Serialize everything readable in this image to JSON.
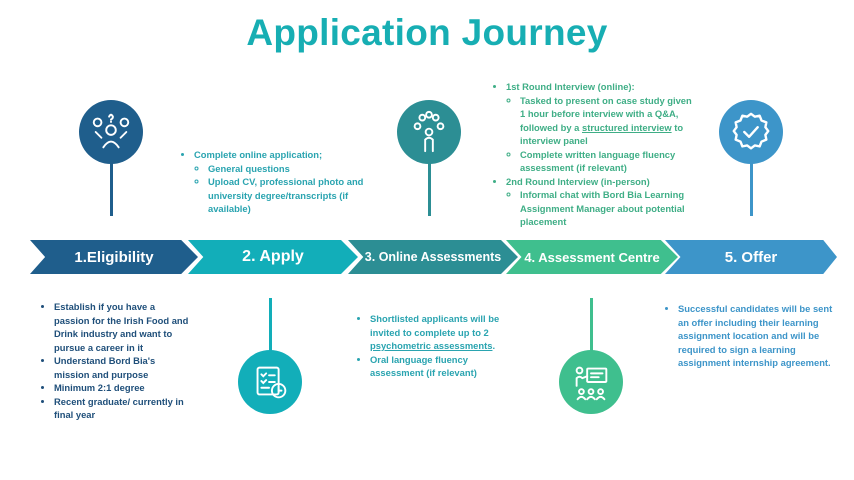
{
  "title": "Application Journey",
  "colors": {
    "title": "#17aeb3",
    "step1": "#1f5e8c",
    "step2": "#12aeb9",
    "step3": "#2c8e94",
    "step4": "#3fbf8e",
    "step5": "#3d95c9"
  },
  "steps": [
    {
      "label": "1.Eligibility",
      "icon": "thinking-person-icon"
    },
    {
      "label": "2. Apply",
      "icon": "checklist-clock-icon"
    },
    {
      "label": "3. Online Assessments",
      "icon": "person-ideas-icon"
    },
    {
      "label": "4. Assessment Centre",
      "icon": "presenter-audience-icon"
    },
    {
      "label": "5. Offer",
      "icon": "badge-check-icon"
    }
  ],
  "eligibility": {
    "items": [
      "Establish if you have a passion for the Irish Food and Drink industry and want to pursue a career in it",
      "Understand Bord Bia's mission and purpose",
      "Minimum 2:1 degree",
      "Recent graduate/ currently in final year"
    ]
  },
  "apply": {
    "item": "Complete online application;",
    "subitems": [
      "General questions",
      "Upload CV, professional photo and university degree/transcripts (if available)"
    ]
  },
  "online": {
    "item1_pre": "Shortlisted applicants will be invited to complete up to 2 ",
    "item1_link": "psychometric assessments",
    "item1_post": ".",
    "item2": "Oral language fluency assessment (if relevant)"
  },
  "centre": {
    "round1": "1st Round Interview (online):",
    "round1_sub1_pre": "Tasked to present on case study given 1 hour before interview with a Q&A, followed by a ",
    "round1_sub1_link": "structured interview",
    "round1_sub1_post": " to interview panel",
    "round1_sub2": "Complete written language fluency assessment (if relevant)",
    "round2": "2nd Round Interview (in-person)",
    "round2_sub1": "Informal chat with Bord Bia Learning Assignment Manager about potential placement"
  },
  "offer": {
    "item": "Successful candidates will be sent an offer including their learning assignment location and will be required to sign a learning assignment internship agreement."
  }
}
